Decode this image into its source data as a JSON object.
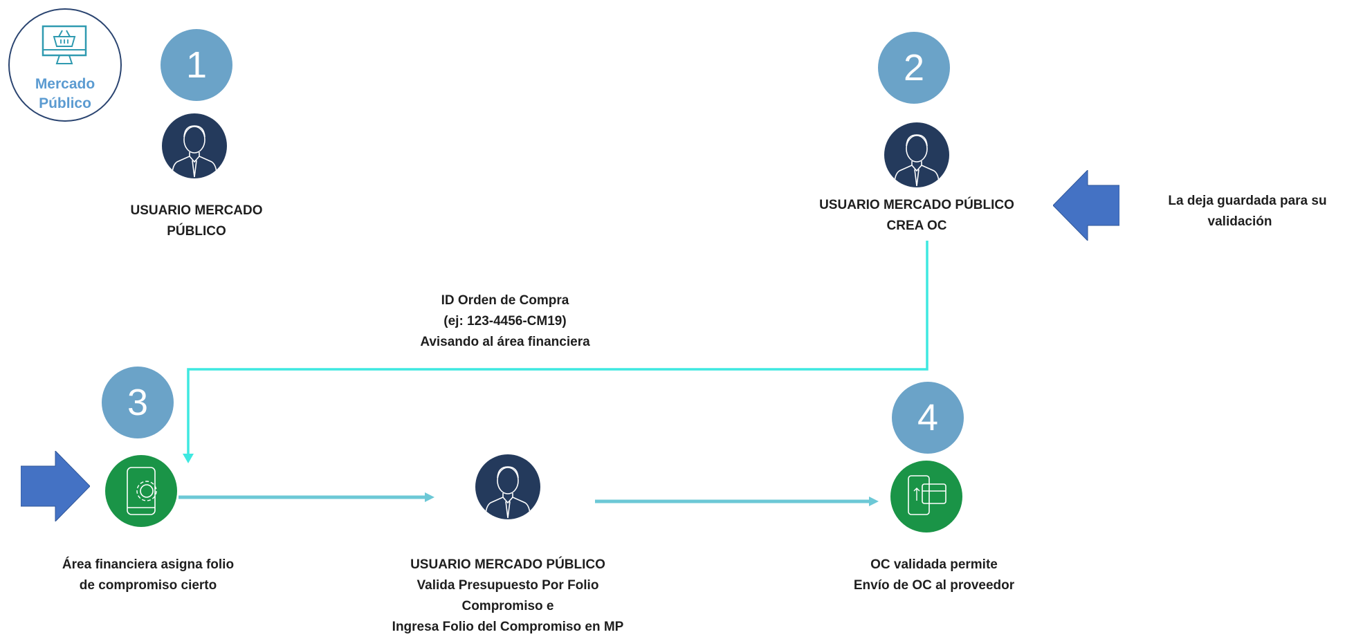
{
  "logo": {
    "line1": "Mercado",
    "line2": "Público",
    "icon": "shopping-basket-monitor-icon"
  },
  "steps": [
    {
      "number": "1"
    },
    {
      "number": "2"
    },
    {
      "number": "3"
    },
    {
      "number": "4"
    }
  ],
  "labels": {
    "step1": [
      "USUARIO MERCADO",
      "PÚBLICO"
    ],
    "step2": [
      "USUARIO MERCADO PÚBLICO",
      "CREA OC"
    ],
    "step2_side": [
      "La deja guardada para su",
      "validación"
    ],
    "connector": [
      "ID Orden de Compra",
      "(ej: 123-4456-CM19)",
      "Avisando al área financiera"
    ],
    "step3": [
      "Área financiera asigna folio",
      "de compromiso cierto"
    ],
    "middle": [
      "USUARIO MERCADO PÚBLICO",
      "Valida Presupuesto Por Folio",
      "Compromiso e",
      "Ingresa Folio del Compromiso en MP"
    ],
    "step4": [
      "OC validada permite",
      "Envío de OC al proveedor"
    ]
  },
  "colors": {
    "badge": "#6ba3c8",
    "person": "#243a5c",
    "green": "#1a9447",
    "cyan_line": "#3ee8e0",
    "teal_arrow": "#6cc8d6",
    "blue_arrow": "#4472c4"
  }
}
